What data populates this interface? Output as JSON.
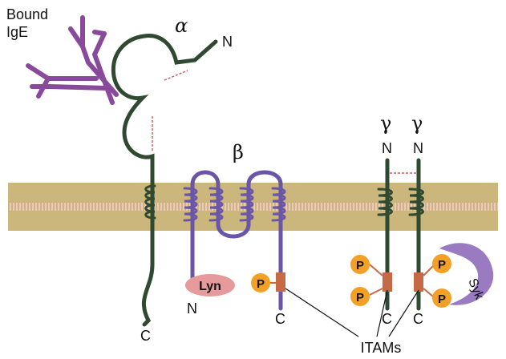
{
  "labels": {
    "bound_ige": [
      "Bound",
      "IgE"
    ],
    "alpha": "α",
    "beta": "β",
    "gamma_left": "γ",
    "gamma_right": "γ",
    "alpha_n": "N",
    "alpha_c": "C",
    "beta_n": "N",
    "beta_c": "C",
    "gamma_left_n": "N",
    "gamma_right_n": "N",
    "gamma_left_c": "C",
    "gamma_right_c": "C",
    "lyn": "Lyn",
    "syk": "Syk",
    "phospho": "P",
    "itams": "ITAMs"
  },
  "colors": {
    "alpha_chain": "#2f4a31",
    "beta_chain": "#6a56a6",
    "gamma_chain": "#2f4a31",
    "ige": "#8a4a9c",
    "membrane": "#cbb67c",
    "membrane_center": "#f0c6c0",
    "lyn": "#e79a9c",
    "syk": "#9a7bc2",
    "phospho": "#f2a126",
    "itam_box": "#c56a44",
    "disulfide": "#d06060"
  }
}
